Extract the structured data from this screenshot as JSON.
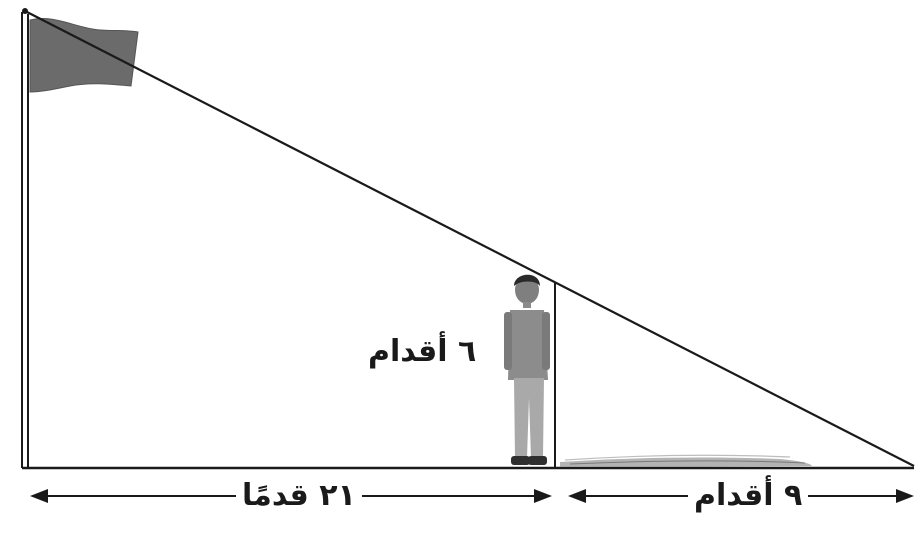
{
  "diagram": {
    "labels": {
      "person_height": "٦ أقدام",
      "distance_to_person": "٢١ قدمًا",
      "shadow_length": "٩ أقدام"
    },
    "colors": {
      "line": "#1a1a1a",
      "flag": "#6b6b6b",
      "person_shirt": "#8c8c8c",
      "person_pants": "#a9a9a9",
      "shadow": "#9a9a9a"
    }
  }
}
